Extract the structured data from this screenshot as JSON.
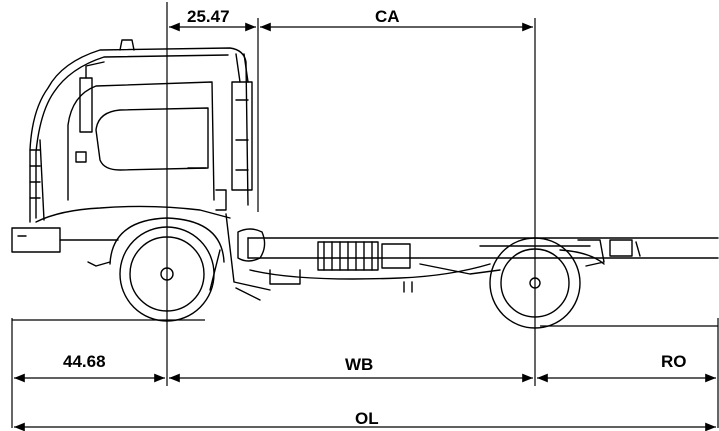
{
  "dimensions": {
    "cab_to_front_axle": "25.47",
    "cab_to_axle": "CA",
    "front_overhang": "44.68",
    "wheelbase": "WB",
    "rear_overhang": "RO",
    "overall_length": "OL"
  },
  "colors": {
    "ink": "#000000",
    "background": "#ffffff"
  }
}
